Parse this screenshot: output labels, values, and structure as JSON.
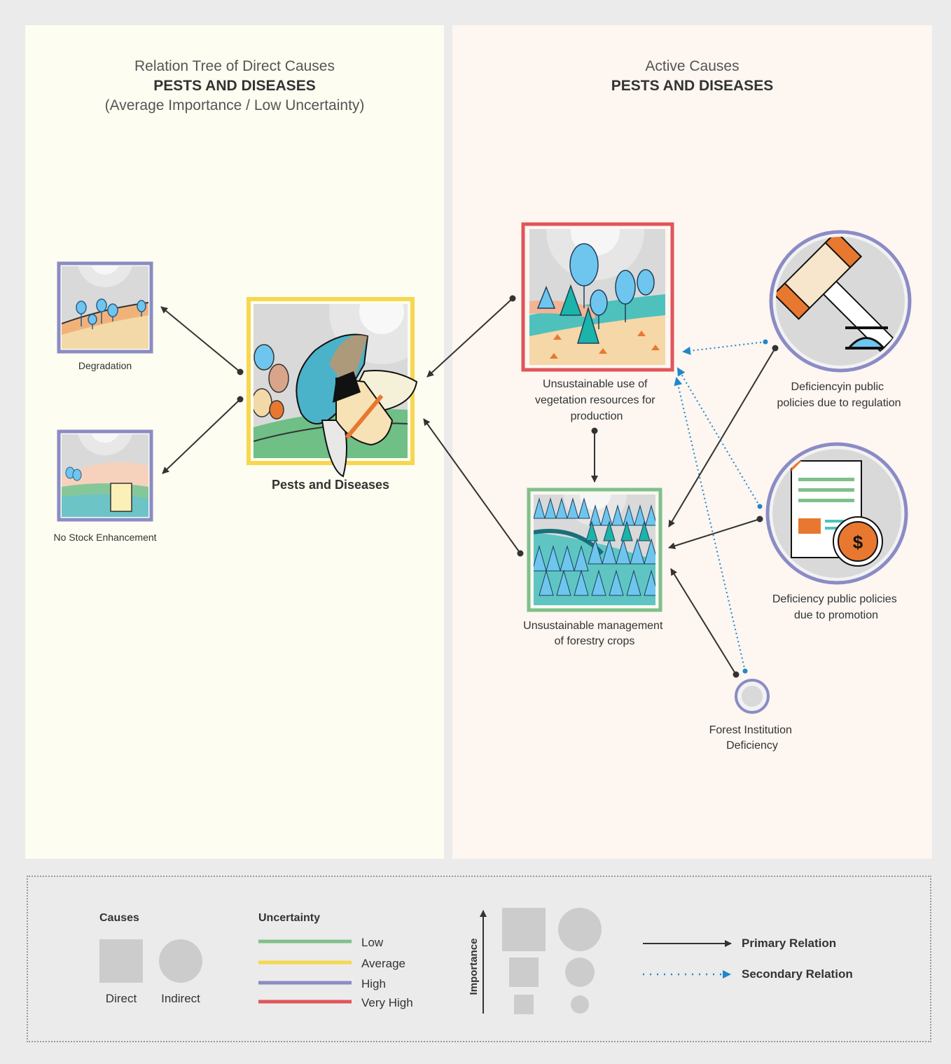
{
  "left_heading": {
    "line1": "Relation Tree of Direct Causes",
    "line2": "PESTS AND DISEASES",
    "line3": "(Average Importance / Low Uncertainty)"
  },
  "right_heading": {
    "line1": "Active Causes",
    "line2": "PESTS AND DISEASES"
  },
  "nodes": {
    "degradation": "Degradation",
    "no_stock": "No Stock Enhancement",
    "pests": "Pests and Diseases",
    "unsustainable_use": [
      "Unsustainable use  of",
      "vegetation resources for",
      "production"
    ],
    "unsustainable_mgmt": [
      "Unsustainable management",
      "of forestry crops"
    ],
    "regulation": [
      "Deficiencyin public",
      "policies due to regulation"
    ],
    "promotion": [
      "Deficiency public policies",
      "due to promotion"
    ],
    "institution": [
      "Forest Institution",
      "Deficiency"
    ]
  },
  "legend": {
    "causes_title": "Causes",
    "direct": "Direct",
    "indirect": "Indirect",
    "uncertainty_title": "Uncertainty",
    "uncertainty": [
      {
        "label": "Low",
        "color": "#7fc08a"
      },
      {
        "label": "Average",
        "color": "#f7d74f"
      },
      {
        "label": "High",
        "color": "#8b8bc6"
      },
      {
        "label": "Very High",
        "color": "#e0555a"
      }
    ],
    "importance": "Importance",
    "primary": "Primary Relation",
    "secondary": "Secondary Relation"
  },
  "colors": {
    "low": "#7fc08a",
    "average": "#f7d74f",
    "high": "#8b8bc6",
    "very_high": "#e0555a",
    "secondary_arrow": "#1e88c8",
    "primary_arrow": "#333333"
  }
}
